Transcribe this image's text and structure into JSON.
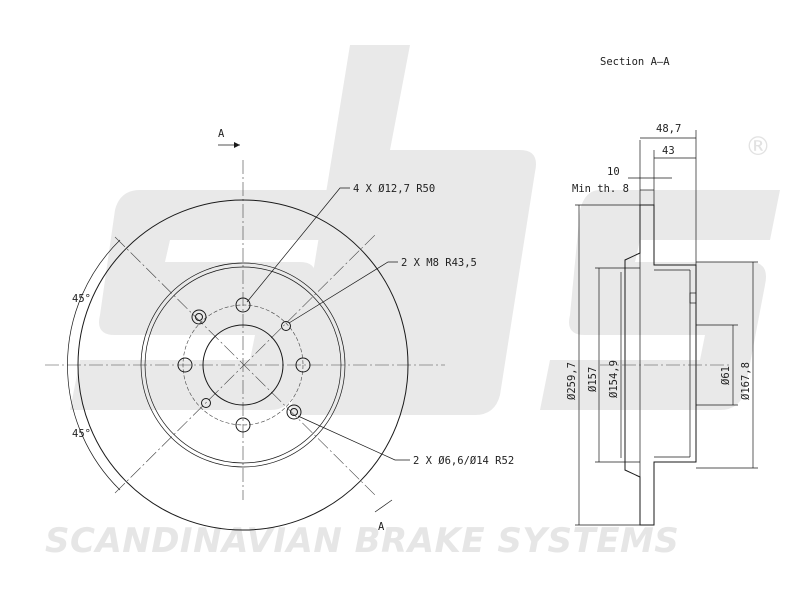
{
  "brand": {
    "logo_text": "sbs",
    "registered_mark": "®",
    "company_name": "SCANDINAVIAN BRAKE SYSTEMS",
    "watermark_color": "#e6e6e6"
  },
  "front_view": {
    "section_marker_top": "A",
    "section_marker_bottom": "A",
    "angle_top": "45°",
    "angle_bottom": "45°",
    "callout_bolt_holes": "4 X Ø12,7   R50",
    "callout_threaded_holes": "2 X M8   R43,5",
    "callout_small_holes": "2 X Ø6,6/Ø14   R52"
  },
  "section_view": {
    "title": "Section A–A",
    "dim_total_height": "48,7",
    "dim_hat_height": "43",
    "dim_thickness": "10",
    "dim_min_thickness": "Min th. 8",
    "dim_outer_diameter": "Ø259,7",
    "dim_hat_outer_diameter": "Ø157",
    "dim_hat_inner_diameter": "Ø154,9",
    "dim_center_bore": "Ø61",
    "dim_pilot_diameter": "Ø167,8"
  },
  "colors": {
    "line": "#1a1a1a",
    "watermark": "#e6e6e6"
  }
}
